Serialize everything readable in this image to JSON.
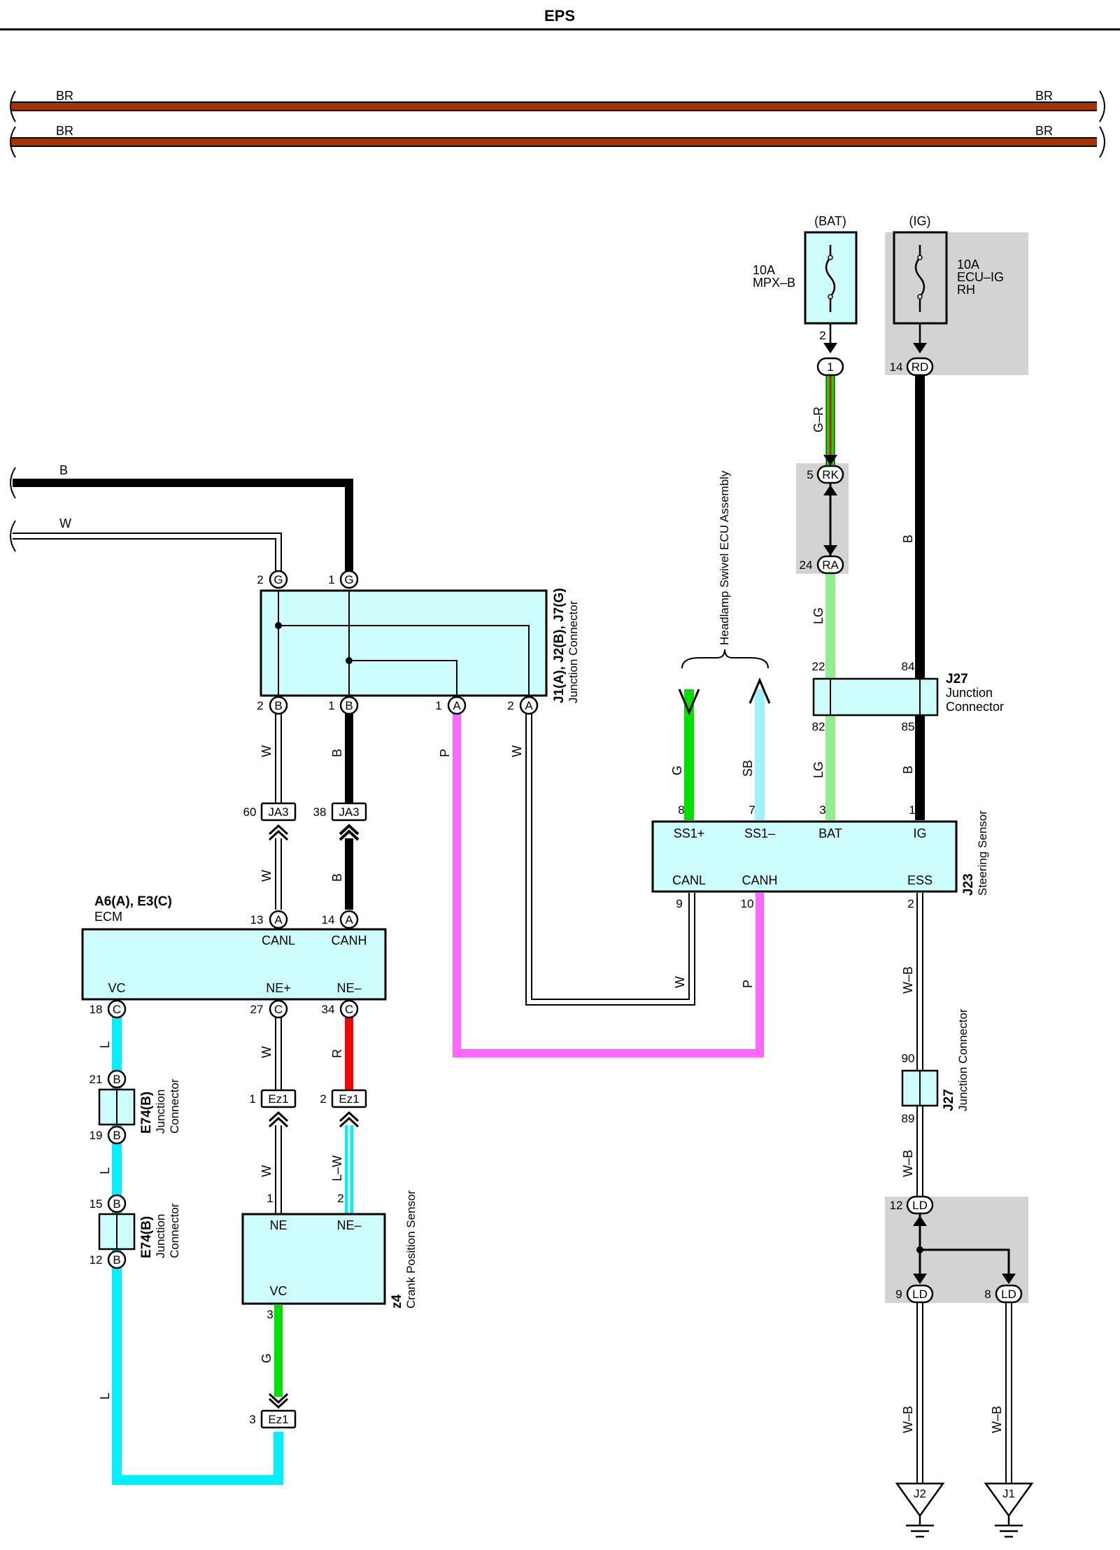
{
  "title": "EPS",
  "wire_colors": {
    "BR": "#a63300",
    "B": "#000000",
    "W": "#ffffff",
    "L": "#00f0ff",
    "P": "#ff66ff",
    "R": "#ff0000",
    "G": "#00e000",
    "LG": "#90ee90",
    "SB": "#a0f0ff",
    "L-W": "#00f0ff",
    "W-B": "#ffffff",
    "G-R": "#00e000"
  },
  "bus_labels": {
    "br1_left": "BR",
    "br1_right": "BR",
    "br2_left": "BR",
    "br2_right": "BR"
  },
  "fuses": {
    "bat_label": "(BAT)",
    "bat_rating": "10A",
    "bat_name": "MPX–B",
    "ig_label": "(IG)",
    "ig_rating": "10A",
    "ig_name1": "ECU–IG",
    "ig_name2": "RH"
  },
  "wire_labels": {
    "b_top": "B",
    "w_top": "W",
    "w_jb": "W",
    "b_jb": "B",
    "p_ja": "P",
    "w_ja": "W",
    "w_ja3": "W",
    "b_ja3": "B",
    "l_1": "L",
    "l_2": "L",
    "l_3": "L",
    "w_27": "W",
    "r_34": "R",
    "w_ez1": "W",
    "lw_ez1": "L–W",
    "g_3": "G",
    "g_ss1": "G",
    "sb_ss1": "SB",
    "lg_bat": "LG",
    "b_ig": "B",
    "gr_fuse": "G–R",
    "lg_ra": "LG",
    "b_rd": "B",
    "w_canl": "W",
    "p_canh": "P",
    "wb_ess": "W–B",
    "wb_89": "W–B",
    "wb_j2": "W–B",
    "wb_j1": "W–B"
  },
  "components": {
    "junction_top": {
      "id": "J1(A), J2(B), J7(G)",
      "name": "Junction Connector"
    },
    "ecm": {
      "id": "A6(A), E3(C)",
      "name": "ECM",
      "canl": "CANL",
      "canh": "CANH",
      "vc": "VC",
      "ne_plus": "NE+",
      "ne_minus": "NE–"
    },
    "e74_top": {
      "id": "E74(B)",
      "name1": "Junction",
      "name2": "Connector"
    },
    "e74_bot": {
      "id": "E74(B)",
      "name1": "Junction",
      "name2": "Connector"
    },
    "crank": {
      "id": "z4",
      "name": "Crank Position Sensor",
      "ne": "NE",
      "ne_minus": "NE–",
      "vc": "VC"
    },
    "steering": {
      "id": "J23",
      "name": "Steering Sensor",
      "ss1_plus": "SS1+",
      "ss1_minus": "SS1–",
      "bat": "BAT",
      "ig": "IG",
      "canl": "CANL",
      "canh": "CANH",
      "ess": "ESS"
    },
    "j27_top": {
      "id": "J27",
      "name1": "Junction",
      "name2": "Connector"
    },
    "j27_bot": {
      "id": "J27",
      "name": "Junction Connector"
    },
    "headlamp": {
      "name": "Headlamp Swivel ECU Assembly"
    },
    "ground_j2": "J2",
    "ground_j1": "J1"
  },
  "pins": {
    "jc_g2": {
      "num": "2",
      "code": "G"
    },
    "jc_g1": {
      "num": "1",
      "code": "G"
    },
    "jc_b2": {
      "num": "2",
      "code": "B"
    },
    "jc_b1": {
      "num": "1",
      "code": "B"
    },
    "jc_a1": {
      "num": "1",
      "code": "A"
    },
    "jc_a2": {
      "num": "2",
      "code": "A"
    },
    "ja3_60": {
      "num": "60",
      "code": "JA3"
    },
    "ja3_38": {
      "num": "38",
      "code": "JA3"
    },
    "ecm_13": {
      "num": "13",
      "code": "A"
    },
    "ecm_14": {
      "num": "14",
      "code": "A"
    },
    "ecm_18": {
      "num": "18",
      "code": "C"
    },
    "ecm_27": {
      "num": "27",
      "code": "C"
    },
    "ecm_34": {
      "num": "34",
      "code": "C"
    },
    "e74_21": {
      "num": "21",
      "code": "B"
    },
    "e74_19": {
      "num": "19",
      "code": "B"
    },
    "e74_15": {
      "num": "15",
      "code": "B"
    },
    "e74_12": {
      "num": "12",
      "code": "B"
    },
    "ez1_1": {
      "num": "1",
      "code": "Ez1"
    },
    "ez1_2": {
      "num": "2",
      "code": "Ez1"
    },
    "ez1_3": {
      "num": "3",
      "code": "Ez1"
    },
    "z4_1": "1",
    "z4_2": "2",
    "z4_3": "3",
    "fuse_bat_pin": "2",
    "conn_1": "1",
    "ig_14": {
      "num": "14",
      "code": "RD"
    },
    "rk_5": {
      "num": "5",
      "code": "RK"
    },
    "ra_24": {
      "num": "24",
      "code": "RA"
    },
    "j27_22": "22",
    "j27_84": "84",
    "j27_82": "82",
    "j27_85": "85",
    "ss_8": "8",
    "ss_7": "7",
    "ss_3": "3",
    "ss_1": "1",
    "ss_9": "9",
    "ss_10": "10",
    "ss_2": "2",
    "j27_90": "90",
    "j27_89": "89",
    "ld_12": {
      "num": "12",
      "code": "LD"
    },
    "ld_9": {
      "num": "9",
      "code": "LD"
    },
    "ld_8": {
      "num": "8",
      "code": "LD"
    }
  }
}
